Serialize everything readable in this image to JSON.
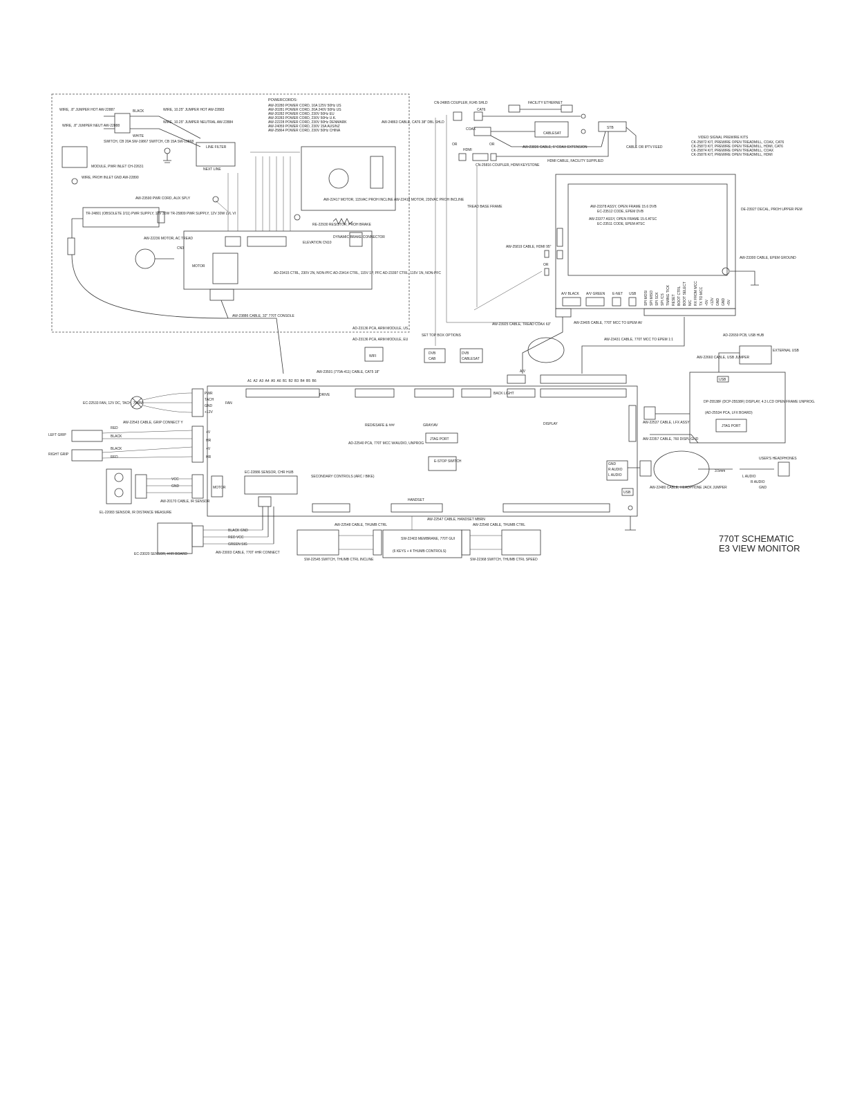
{
  "title": {
    "line1": "770T SCHEMATIC",
    "line2": "E3 VIEW MONITOR"
  },
  "power": {
    "powercords_header": "POWERCORDS:",
    "powercords": [
      "AW-20280 POWER CORD, 10A 125V 50Hz US",
      "AW-20281 POWER CORD, 20A 240V 50Hz US",
      "AW-20282 POWER CORD, 230V 50Hz EU",
      "AW-20283 POWER CORD, 230V 50Hz U.K.",
      "AW-22228 POWER CORD, 230V 50Hz DENMARK",
      "AW-24059 POWER CORD, 230V 15A AUS/NZ",
      "AW-25864 POWER CORD, 230V 50Hz CHINA"
    ],
    "jumper_hot": "WIRE, .8\" JUMPER HOT AW-22887",
    "jumper_neut": "WIRE, .8\" JUMPER NEUT AW-22888",
    "wire_hot": "WIRE, 10.25\" JUMPER HOT AW-22883",
    "wire_neutral": "WIRE, 10.25\" JUMPER NEUTRAL AW-22884",
    "black": "BLACK",
    "white": "WHITE",
    "switch": "SWITCH, CB 20A SW-19867 SWITCH, CB 15A SW-19868",
    "module": "MODULE, PWR INLET CH-22631",
    "wire_ground": "WIRE, PROH INLET GND AW-22890",
    "line_filter": "LINE FILTER",
    "filter_label": "NEXT LINE",
    "pwr_cord_aux": "AW-23590 PWR CORD, AUX SPLY",
    "pwr_supply": "TR-24801 (OBSOLETE 2/11) PWR SUPPLY, 12V 30W TR-25809 PWR SUPPLY, 12V 30W LVL VI",
    "motor": "AW-22236 MOTOR, AC TREAD"
  },
  "motor_ctrl": {
    "ctrl": "AD-23415 CTRL, 230V 2N, NON-PFC AD-23414 CTRL, 115V 1P, PFC AD-23397 CTRL, 115V 1N, NON-PFC",
    "motor_labels": "AW-22417 MOTOR, 115VAC PROH INCLINE AW-22418 MOTOR, 230VAC PROH INCLINE",
    "resistor": "RE-22930 RESISTOR, PROH BRAKE",
    "dynamic_brake": "DYNAMIC BRAKE CONNECTOR",
    "elevation": "ELEVATION CN10",
    "cable_console": "AW-23886 CABLE, 32\" 770T CONSOLE",
    "motor_tag": "MOTOR",
    "cn3": "CN3"
  },
  "network": {
    "cable_cat6": "CN-24865 COUPLER, RJ45 SHLD",
    "cable_cat6_38": "AW-24863 CABLE, CAT6 38\" DBL SHLD",
    "cat6": "CAT6",
    "facility_ethernet": "FACILITY ETHERNET",
    "coax": "COAX",
    "cablesat": "CABLESAT",
    "stb": "STB",
    "coax_ext": "AW-23836 CABLE, 6' COAX EXTENSION",
    "hdmi_facility": "HDMI CABLE, FACILITY SUPPLIED",
    "cable_iptv": "CABLE OR IPTV FEED",
    "hdmi_coupler": "CN-25816 COUPLER, HDMI KEYSTONE",
    "hdmi": "HDMI",
    "or": "OR",
    "tread_base": "TREAD BASE FRAME",
    "cable_hdmi": "AW-25819 CABLE, HDMI 95\"",
    "cable_coax": "AW-23925 CABLE, TREAD COAX 63\""
  },
  "video_kits": {
    "header": "VIDEO SIGNAL PREWIRE KITS",
    "items": [
      "CK-25872 KIT, PREWIRE OPEN TREADMILL, COAX, CAT6",
      "CK-25873 KIT, PREWIRE OPEN TREADMILL, HDMI, CAT6",
      "CK-25874 KIT, PREWIRE OPEN TREADMILL, COAX",
      "CK-25876 KIT, PREWIRE OPEN TREADMILL, HDMI"
    ]
  },
  "monitor": {
    "assy_dvb": "AW-23378 ASSY, OPEN FRAME 15.6 DVB",
    "code_dvb": "EC-23512 CODE, EPEM DVB",
    "assy_atsc": "AW-23377 ASSY, OPEN FRAME 15.6 ATSC",
    "code_atsc": "EC-23511 CODE, EPEM ATSC",
    "decal": "DE-23927 DECAL, PROH UPPER PEM",
    "cable_ground": "AW-23300 CABLE, EPEM GROUND",
    "av_black": "A/V BLACK",
    "av_green": "A/V GREEN",
    "enet": "E-NET",
    "usb": "USB",
    "cable_av": "AW-23405 CABLE, 770T MCC TO EPEM AV",
    "cable_1to1": "AW-23431 CABLE, 770T MCC TO EPEM 1:1",
    "pins": [
      "SPI MOSI",
      "SPI MISO",
      "SPI SCK",
      "SPI /CS",
      "TIMING TICK",
      "RESET",
      "BOOT CTRL",
      "BOOT SELECT",
      "N/C",
      "RX FROM MCC",
      "TX TO MCC",
      "+5V",
      "+12V",
      "GND",
      "GND",
      "+5V"
    ]
  },
  "usb_hub": {
    "pcb": "AD-22659 PCB, USB HUB",
    "external": "EXTERNAL USB",
    "cable": "AW-22660 CABLE, USB JUMPER"
  },
  "display": {
    "usb": "USB",
    "desc": "DP-25538F (DCP-25538F) DISPLAY, 4.3 LCD OPEN FRAME UNPROG.",
    "board": "(AD-25534 PCA, LFX BOARD)",
    "jtag": "JTAG PORT",
    "cable_lfx": "AW-22537 CABLE, LFX ASSY",
    "cable_gnd": "AW-22357 CABLE, 760 DISPL GND"
  },
  "main_board": {
    "name": "AD-22540 PCA, 770T MCC W/AUDIO, UNPROG",
    "jtag": "JTAG PORT",
    "estop": "E-STOP SWITCH",
    "cable_cat5": "AW-23501 (770A-411) CABLE, CAT5 18\"",
    "drive_pins": [
      "A1",
      "A2",
      "A3",
      "A4",
      "A5",
      "A6",
      "B1",
      "B2",
      "B3",
      "B4",
      "B5",
      "B6"
    ],
    "drive": "DRIVE",
    "arm_module_us": "AD-23136 PCA, ARM MODULE, US",
    "arm_module_eu": "AD-23136 PCA, ARM MODULE, EU",
    "wifi": "WIFI",
    "set_top": "SET TOP BOX OPTIONS",
    "dvb": "DVB",
    "dvb_cab": "CAB",
    "dvb_cablesat": "CABLESAT",
    "red_esafe": "RED/ESAFE & ###",
    "gray_av": "GRAY/AV",
    "backlight": "BACK LIGHT",
    "av": "A/V",
    "display_label": "DISPLAY",
    "handset": "HANDSET",
    "motor": "MOTOR",
    "fan_labels": [
      "PWR",
      "TACH",
      "GND",
      "+12V"
    ],
    "fan": "FAN",
    "grip_labels": [
      "+V",
      "HR",
      "+V",
      "HR"
    ],
    "audio_labels": [
      "GND",
      "R AUDIO",
      "L AUDIO"
    ],
    "usb_small": "USB"
  },
  "peripherals": {
    "fan": "EC-22533 FAN, 12V DC, TACH, 70MM",
    "cable_grip": "AW-22543 CABLE, GRIP CONNECT Y",
    "left_grip": "LEFT GRIP",
    "right_grip": "RIGHT GRIP",
    "red": "RED",
    "black": "BLACK",
    "vcc": "VCC",
    "gnd": "GND",
    "ir_sensor_cable": "AW-20170 CABLE, IR SENSOR",
    "ir_sensor": "EL-22083 SENSOR, IR DISTANCE MEASURE",
    "hr_board": "EC-23020 SENSOR, #HR BOARD",
    "hr_hub": "EC-22886 SENSOR, CHR HUB",
    "hr_cable": "AW-23003 CABLE, 770T #HR CONNECT",
    "black_gnd": "BLACK GND",
    "red_vcc": "RED VCC",
    "green_sig": "GREEN SIG",
    "secondary": "SECONDARY CONTROLS (ARC / BIKE)",
    "handset_cable": "AW-22547 CABLE, HANDSET MBRN",
    "thumb_cable_l": "AW-22548 CABLE, THUMB CTRL",
    "thumb_cable_r": "AW-22548 CABLE, THUMB CTRL",
    "membrane": "SW-22403 MEMBRANE, 770T GUI",
    "keys": "(6 KEYS + 4 THUMB CONTROLS)",
    "incline_sw": "SW-22545 SWITCH, THUMB CTRL INCLINE",
    "speed_sw": "SW-22368 SWITCH, THUMB CTRL SPEED",
    "headphone_cable": "AW-22480 CABLE, HEADPHONE JACK JUMPER",
    "headphones": "USER'S HEADPHONES",
    "jack": "3.5mm",
    "l_audio": "L AUDIO",
    "r_audio": "R AUDIO",
    "gnd2": "GND"
  }
}
